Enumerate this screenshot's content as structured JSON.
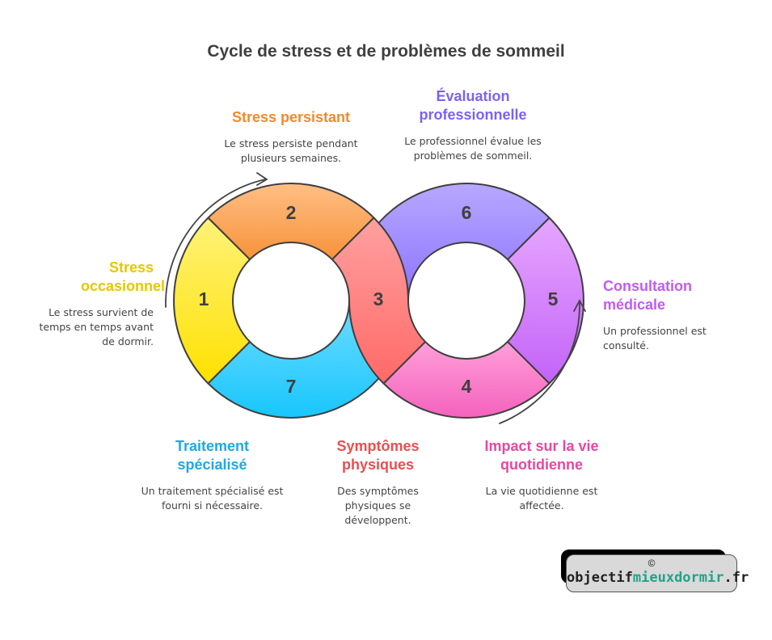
{
  "title": "Cycle de stress et de problèmes de sommeil",
  "steps": [
    {
      "num": "1",
      "title": "Stress occasionnel",
      "desc": "Le stress survient de temps en temps avant de dormir.",
      "color": "#e5c800"
    },
    {
      "num": "2",
      "title": "Stress persistant",
      "desc": "Le stress persiste pendant plusieurs semaines.",
      "color": "#f08a2e"
    },
    {
      "num": "3",
      "title": "Symptômes physiques",
      "desc": "Des symptômes physiques se développent.",
      "color": "#ea4f4f"
    },
    {
      "num": "4",
      "title": "Impact sur la vie quotidienne",
      "desc": "La vie quotidienne est affectée.",
      "color": "#e8479f"
    },
    {
      "num": "5",
      "title": "Consultation médicale",
      "desc": "Un professionnel est consulté.",
      "color": "#c25af5"
    },
    {
      "num": "6",
      "title": "Évaluation professionnelle",
      "desc": "Le professionnel évalue les problèmes de sommeil.",
      "color": "#7a62f5"
    },
    {
      "num": "7",
      "title": "Traitement spécialisé",
      "desc": "Un traitement spécialisé est fourni si nécessaire.",
      "color": "#1ea9e3"
    }
  ],
  "logo": {
    "copyright": "©",
    "brand_dark": "objectif",
    "brand_green": "mieuxdormir",
    "brand_tld": ".fr"
  }
}
